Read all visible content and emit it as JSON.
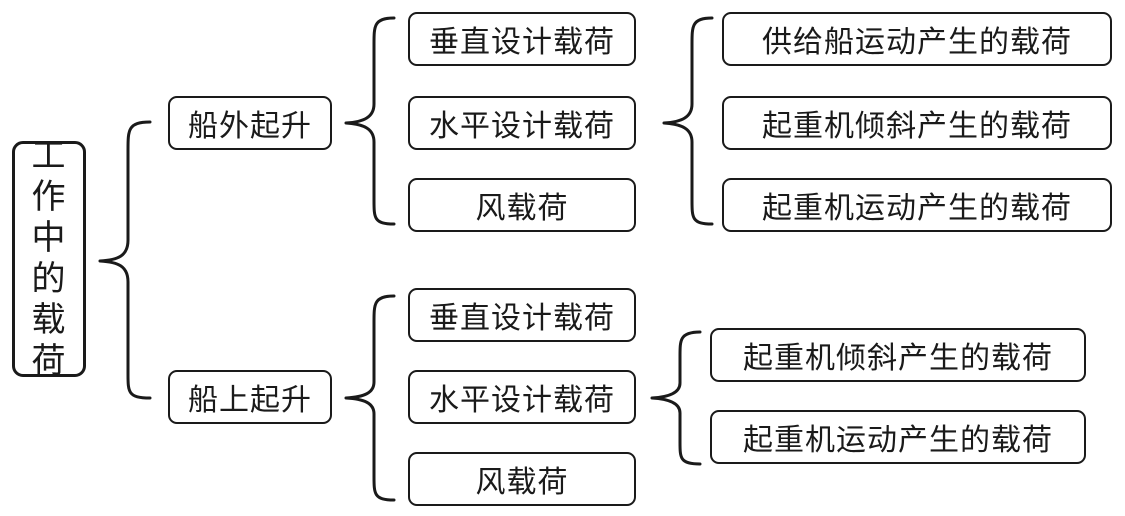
{
  "root": {
    "chars": [
      "工",
      "作",
      "中",
      "的",
      "载",
      "荷"
    ]
  },
  "branches": [
    {
      "label": "船外起升",
      "loads": [
        "垂直设计载荷",
        "水平设计载荷",
        "风载荷"
      ],
      "horizontal_sources": [
        "供给船运动产生的载荷",
        "起重机倾斜产生的载荷",
        "起重机运动产生的载荷"
      ]
    },
    {
      "label": "船上起升",
      "loads": [
        "垂直设计载荷",
        "水平设计载荷",
        "风载荷"
      ],
      "horizontal_sources": [
        "起重机倾斜产生的载荷",
        "起重机运动产生的载荷"
      ]
    }
  ]
}
